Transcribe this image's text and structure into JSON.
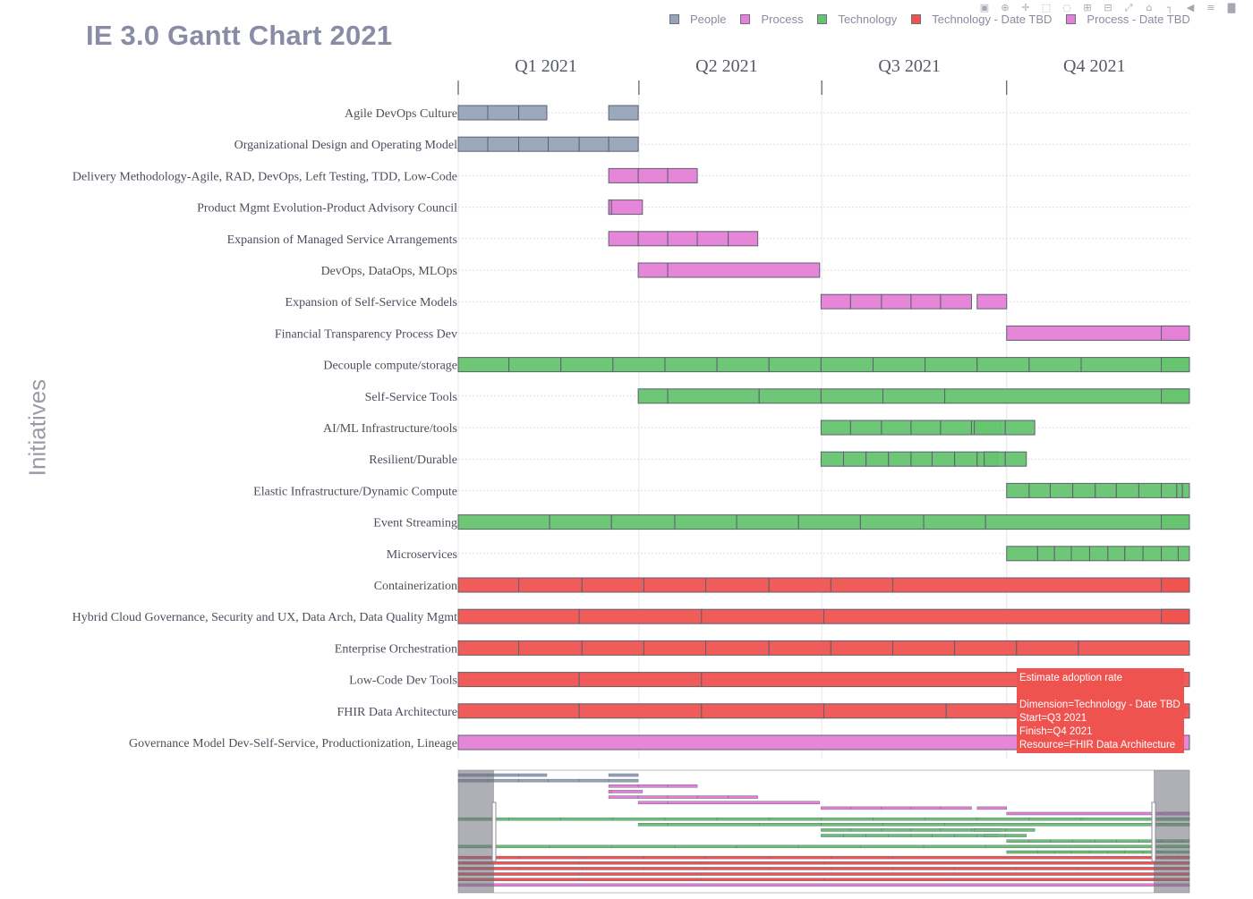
{
  "header": {
    "title": "IE 3.0 Gantt Chart 2021",
    "ylabel": "Initiatives"
  },
  "legend": [
    {
      "label": "People",
      "color": "#95a4b8"
    },
    {
      "label": "Process",
      "color": "#e57fd7"
    },
    {
      "label": "Technology",
      "color": "#66c46f"
    },
    {
      "label": "Technology - Date TBD",
      "color": "#ef5350"
    },
    {
      "label": "Process - Date TBD",
      "color": "#e57fd7"
    }
  ],
  "modebar": {
    "icons": [
      "camera-icon",
      "zoom-icon",
      "pan-icon",
      "box-select-icon",
      "lasso-select-icon",
      "zoom-in-icon",
      "zoom-out-icon",
      "autoscale-icon",
      "reset-axes-icon",
      "spike-lines-icon",
      "hover-closest-icon",
      "hover-compare-icon",
      "plotly-logo-icon"
    ]
  },
  "tooltip": {
    "title": "Estimate adoption rate",
    "lines": [
      "Dimension=Technology - Date TBD",
      "Start=Q3 2021",
      "Finish=Q4 2021",
      "Resource=FHIR Data Architecture"
    ]
  },
  "chart_data": {
    "type": "gantt",
    "x_unit": "weeks of 2021 (0 = Jan 1, 52 = Dec 31)",
    "x_range": [
      0,
      52
    ],
    "x_ticks": [
      {
        "label": "Q1 2021",
        "value": 0
      },
      {
        "label": "Q2 2021",
        "value": 12.85
      },
      {
        "label": "Q3 2021",
        "value": 25.85
      },
      {
        "label": "Q4 2021",
        "value": 39
      }
    ],
    "colors": {
      "People": "#95a4b8",
      "Process": "#e57fd7",
      "Technology": "#66c46f",
      "Technology - Date TBD": "#ef5350",
      "Process - Date TBD": "#e57fd7"
    },
    "rows": [
      {
        "name": "Agile DevOps Culture",
        "dimension": "People",
        "tasks": [
          [
            0,
            2.1
          ],
          [
            2.1,
            4.3
          ],
          [
            4.3,
            6.3
          ],
          [
            10.7,
            12.8
          ]
        ]
      },
      {
        "name": "Organizational Design and Operating Model",
        "dimension": "People",
        "tasks": [
          [
            0,
            2.1
          ],
          [
            2.1,
            4.3
          ],
          [
            4.3,
            6.4
          ],
          [
            6.4,
            8.6
          ],
          [
            8.6,
            10.7
          ],
          [
            10.7,
            12.8
          ]
        ]
      },
      {
        "name": "Delivery Methodology-Agile, RAD, DevOps, Left Testing, TDD, Low-Code",
        "dimension": "Process",
        "tasks": [
          [
            10.7,
            12.8
          ],
          [
            12.8,
            14.9
          ],
          [
            14.9,
            17.0
          ]
        ]
      },
      {
        "name": "Product Mgmt Evolution-Product Advisory Council",
        "dimension": "Process",
        "tasks": [
          [
            10.7,
            13.1
          ],
          [
            10.7,
            10.9
          ]
        ]
      },
      {
        "name": "Expansion of Managed Service Arrangements",
        "dimension": "Process",
        "tasks": [
          [
            10.7,
            12.8
          ],
          [
            12.8,
            14.9
          ],
          [
            14.9,
            17.0
          ],
          [
            17.0,
            19.2
          ],
          [
            19.2,
            21.3
          ]
        ]
      },
      {
        "name": "DevOps, DataOps, MLOps",
        "dimension": "Process",
        "tasks": [
          [
            12.8,
            14.9
          ],
          [
            14.9,
            25.7
          ]
        ]
      },
      {
        "name": "Expansion of Self-Service Models",
        "dimension": "Process",
        "tasks": [
          [
            25.8,
            27.9
          ],
          [
            27.9,
            30.1
          ],
          [
            30.1,
            32.2
          ],
          [
            32.2,
            34.3
          ],
          [
            34.3,
            36.5
          ],
          [
            36.9,
            39.0
          ]
        ]
      },
      {
        "name": "Financial Transparency Process Dev",
        "dimension": "Process",
        "tasks": [
          [
            39.0,
            52.0
          ],
          [
            50.0,
            52.0
          ]
        ]
      },
      {
        "name": "Decouple compute/storage",
        "dimension": "Technology",
        "tasks": [
          [
            0,
            3.6
          ],
          [
            3.6,
            7.3
          ],
          [
            7.3,
            11.0
          ],
          [
            11.0,
            14.7
          ],
          [
            14.7,
            18.4
          ],
          [
            18.4,
            22.1
          ],
          [
            22.1,
            25.8
          ],
          [
            25.8,
            29.5
          ],
          [
            29.5,
            33.2
          ],
          [
            33.2,
            36.9
          ],
          [
            36.9,
            40.6
          ],
          [
            40.6,
            44.3
          ],
          [
            44.3,
            52.0
          ],
          [
            50.0,
            52.0
          ]
        ]
      },
      {
        "name": "Self-Service Tools",
        "dimension": "Technology",
        "tasks": [
          [
            12.8,
            14.9
          ],
          [
            14.9,
            21.4
          ],
          [
            21.4,
            25.8
          ],
          [
            25.8,
            30.2
          ],
          [
            30.2,
            34.6
          ],
          [
            34.6,
            52.0
          ],
          [
            50.0,
            52.0
          ]
        ]
      },
      {
        "name": "AI/ML Infrastructure/tools",
        "dimension": "Technology",
        "tasks": [
          [
            25.8,
            27.9
          ],
          [
            27.9,
            30.1
          ],
          [
            30.1,
            32.2
          ],
          [
            32.2,
            34.3
          ],
          [
            34.3,
            36.5
          ],
          [
            36.5,
            38.6
          ],
          [
            36.7,
            38.9
          ],
          [
            38.9,
            41.0
          ]
        ]
      },
      {
        "name": "Resilient/Durable",
        "dimension": "Technology",
        "tasks": [
          [
            25.8,
            27.4
          ],
          [
            27.4,
            29.0
          ],
          [
            29.0,
            30.6
          ],
          [
            30.6,
            32.2
          ],
          [
            32.2,
            33.7
          ],
          [
            33.7,
            35.3
          ],
          [
            35.3,
            36.9
          ],
          [
            36.9,
            38.4
          ],
          [
            37.4,
            38.9
          ],
          [
            38.9,
            40.4
          ]
        ]
      },
      {
        "name": "Elastic Infrastructure/Dynamic Compute",
        "dimension": "Technology",
        "tasks": [
          [
            39.0,
            40.6
          ],
          [
            40.6,
            42.1
          ],
          [
            42.1,
            43.7
          ],
          [
            43.7,
            45.3
          ],
          [
            45.3,
            46.8
          ],
          [
            46.8,
            48.4
          ],
          [
            48.4,
            50.0
          ],
          [
            50.0,
            51.1
          ],
          [
            51.1,
            51.5
          ],
          [
            51.5,
            52.0
          ]
        ]
      },
      {
        "name": "Event Streaming",
        "dimension": "Technology",
        "tasks": [
          [
            0,
            6.5
          ],
          [
            6.5,
            10.9
          ],
          [
            10.9,
            15.4
          ],
          [
            15.4,
            19.8
          ],
          [
            19.8,
            24.2
          ],
          [
            24.2,
            28.6
          ],
          [
            28.6,
            33.1
          ],
          [
            33.1,
            37.5
          ],
          [
            37.5,
            52.0
          ],
          [
            50.0,
            52.0
          ]
        ]
      },
      {
        "name": "Microservices",
        "dimension": "Technology",
        "tasks": [
          [
            39.0,
            41.2
          ],
          [
            41.2,
            42.4
          ],
          [
            42.4,
            43.6
          ],
          [
            43.6,
            44.9
          ],
          [
            44.9,
            46.2
          ],
          [
            46.2,
            47.4
          ],
          [
            47.4,
            48.7
          ],
          [
            48.7,
            50.0
          ],
          [
            50.0,
            51.2
          ],
          [
            51.2,
            52.0
          ]
        ]
      },
      {
        "name": "Containerization",
        "dimension": "Technology - Date TBD",
        "tasks": [
          [
            0,
            4.3
          ],
          [
            4.3,
            8.8
          ],
          [
            8.8,
            13.2
          ],
          [
            13.2,
            17.6
          ],
          [
            17.6,
            22.1
          ],
          [
            22.1,
            26.5
          ],
          [
            26.5,
            30.9
          ],
          [
            30.9,
            52.0
          ],
          [
            50.0,
            52.0
          ]
        ]
      },
      {
        "name": "Hybrid Cloud Governance, Security and UX, Data Arch, Data Quality Mgmt",
        "dimension": "Technology - Date TBD",
        "tasks": [
          [
            0,
            8.6
          ],
          [
            8.6,
            17.3
          ],
          [
            17.3,
            26.0
          ],
          [
            26.0,
            52.0
          ],
          [
            50.0,
            52.0
          ]
        ]
      },
      {
        "name": "Enterprise Orchestration",
        "dimension": "Technology - Date TBD",
        "tasks": [
          [
            0,
            4.3
          ],
          [
            4.3,
            8.8
          ],
          [
            8.8,
            13.2
          ],
          [
            13.2,
            17.6
          ],
          [
            17.6,
            22.1
          ],
          [
            22.1,
            26.5
          ],
          [
            26.5,
            30.9
          ],
          [
            30.9,
            35.3
          ],
          [
            35.3,
            39.7
          ],
          [
            39.7,
            44.1
          ],
          [
            44.1,
            52.0
          ]
        ]
      },
      {
        "name": "Low-Code Dev Tools",
        "dimension": "Technology - Date TBD",
        "tasks": [
          [
            0,
            8.6
          ],
          [
            8.6,
            17.3
          ],
          [
            17.3,
            52.0
          ]
        ]
      },
      {
        "name": "FHIR Data Architecture",
        "dimension": "Technology - Date TBD",
        "tasks": [
          [
            0,
            8.6
          ],
          [
            8.6,
            17.3
          ],
          [
            17.3,
            26.0
          ],
          [
            26.0,
            34.7
          ],
          [
            34.7,
            52.0
          ]
        ]
      },
      {
        "name": "Governance Model Dev-Self-Service, Productionization, Lineage",
        "dimension": "Process - Date TBD",
        "tasks": [
          [
            0,
            52.0
          ]
        ]
      }
    ]
  }
}
